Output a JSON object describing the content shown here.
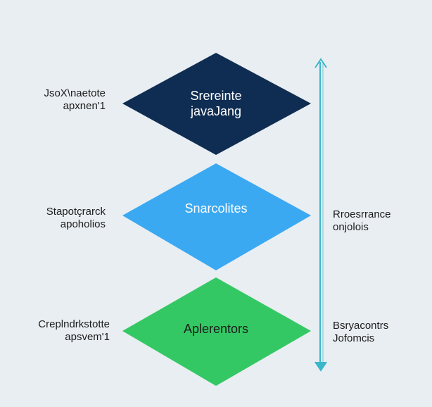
{
  "tiers": [
    {
      "lines": [
        "Srereinte",
        "javaJang"
      ],
      "left_label": [
        "JsoX\\naetote",
        "apxnen'1"
      ],
      "fill": "#0f2d52",
      "text_color": "#ffffff"
    },
    {
      "lines": [
        "Snarcolites"
      ],
      "left_label": [
        "Stapotçrarck",
        "apoholios"
      ],
      "fill": "#3ba9f2",
      "text_color": "#ffffff"
    },
    {
      "lines": [
        "Aplerentors"
      ],
      "left_label": [
        "Creplndrkstotte",
        "apsvem'1"
      ],
      "fill": "#34c864",
      "text_color": "#1a1a1a"
    }
  ],
  "right_labels": [
    [
      "Rroesrrance",
      "onjolois"
    ],
    [
      "Bsryacontrs",
      "Jofomcis"
    ]
  ],
  "colors": {
    "background": "#e9eef2",
    "arrow": "#3ab7c9"
  }
}
